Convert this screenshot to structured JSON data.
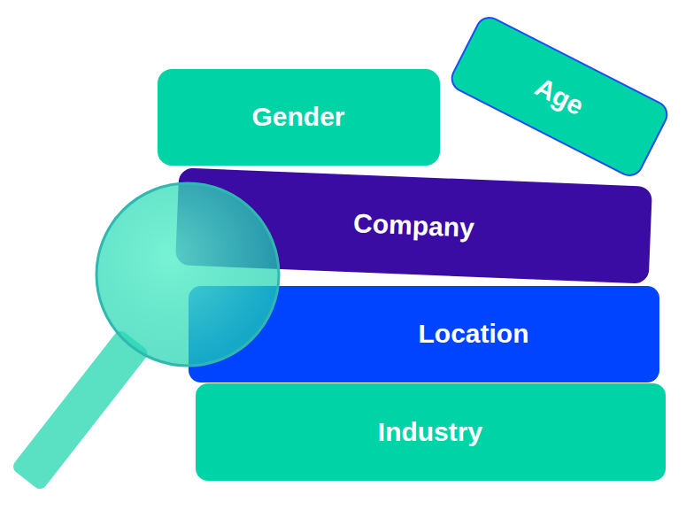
{
  "diagram": {
    "nodes": [
      {
        "text": [
          "Gender"
        ]
      },
      {
        "text": [
          "Age"
        ]
      },
      {
        "text": [
          "Company"
        ]
      },
      {
        "text": [
          "Location"
        ]
      },
      {
        "text": [
          "Industry"
        ]
      }
    ]
  }
}
